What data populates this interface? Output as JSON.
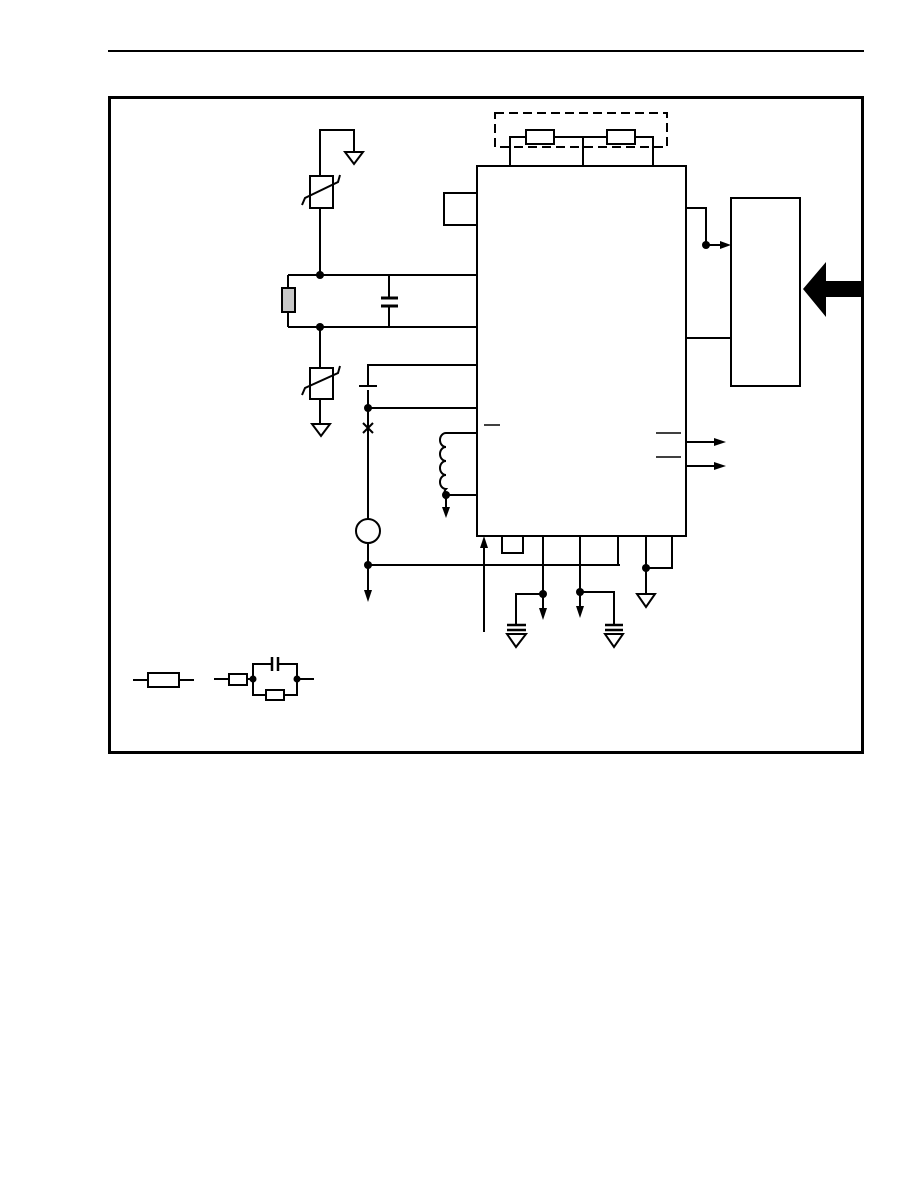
{
  "page": {
    "header_rule": true
  },
  "diagram": {
    "description_labels": [],
    "colors": {
      "line": "#000000",
      "component_fill": "#ffffff",
      "shaded_component": "#c8c8c8"
    },
    "components": {
      "ic": "ic-block",
      "connected_module": "module-block",
      "external_input_arrow": "arrow-icon",
      "varistors": 2,
      "ground_symbols": 5,
      "output_arrows": 2
    }
  }
}
